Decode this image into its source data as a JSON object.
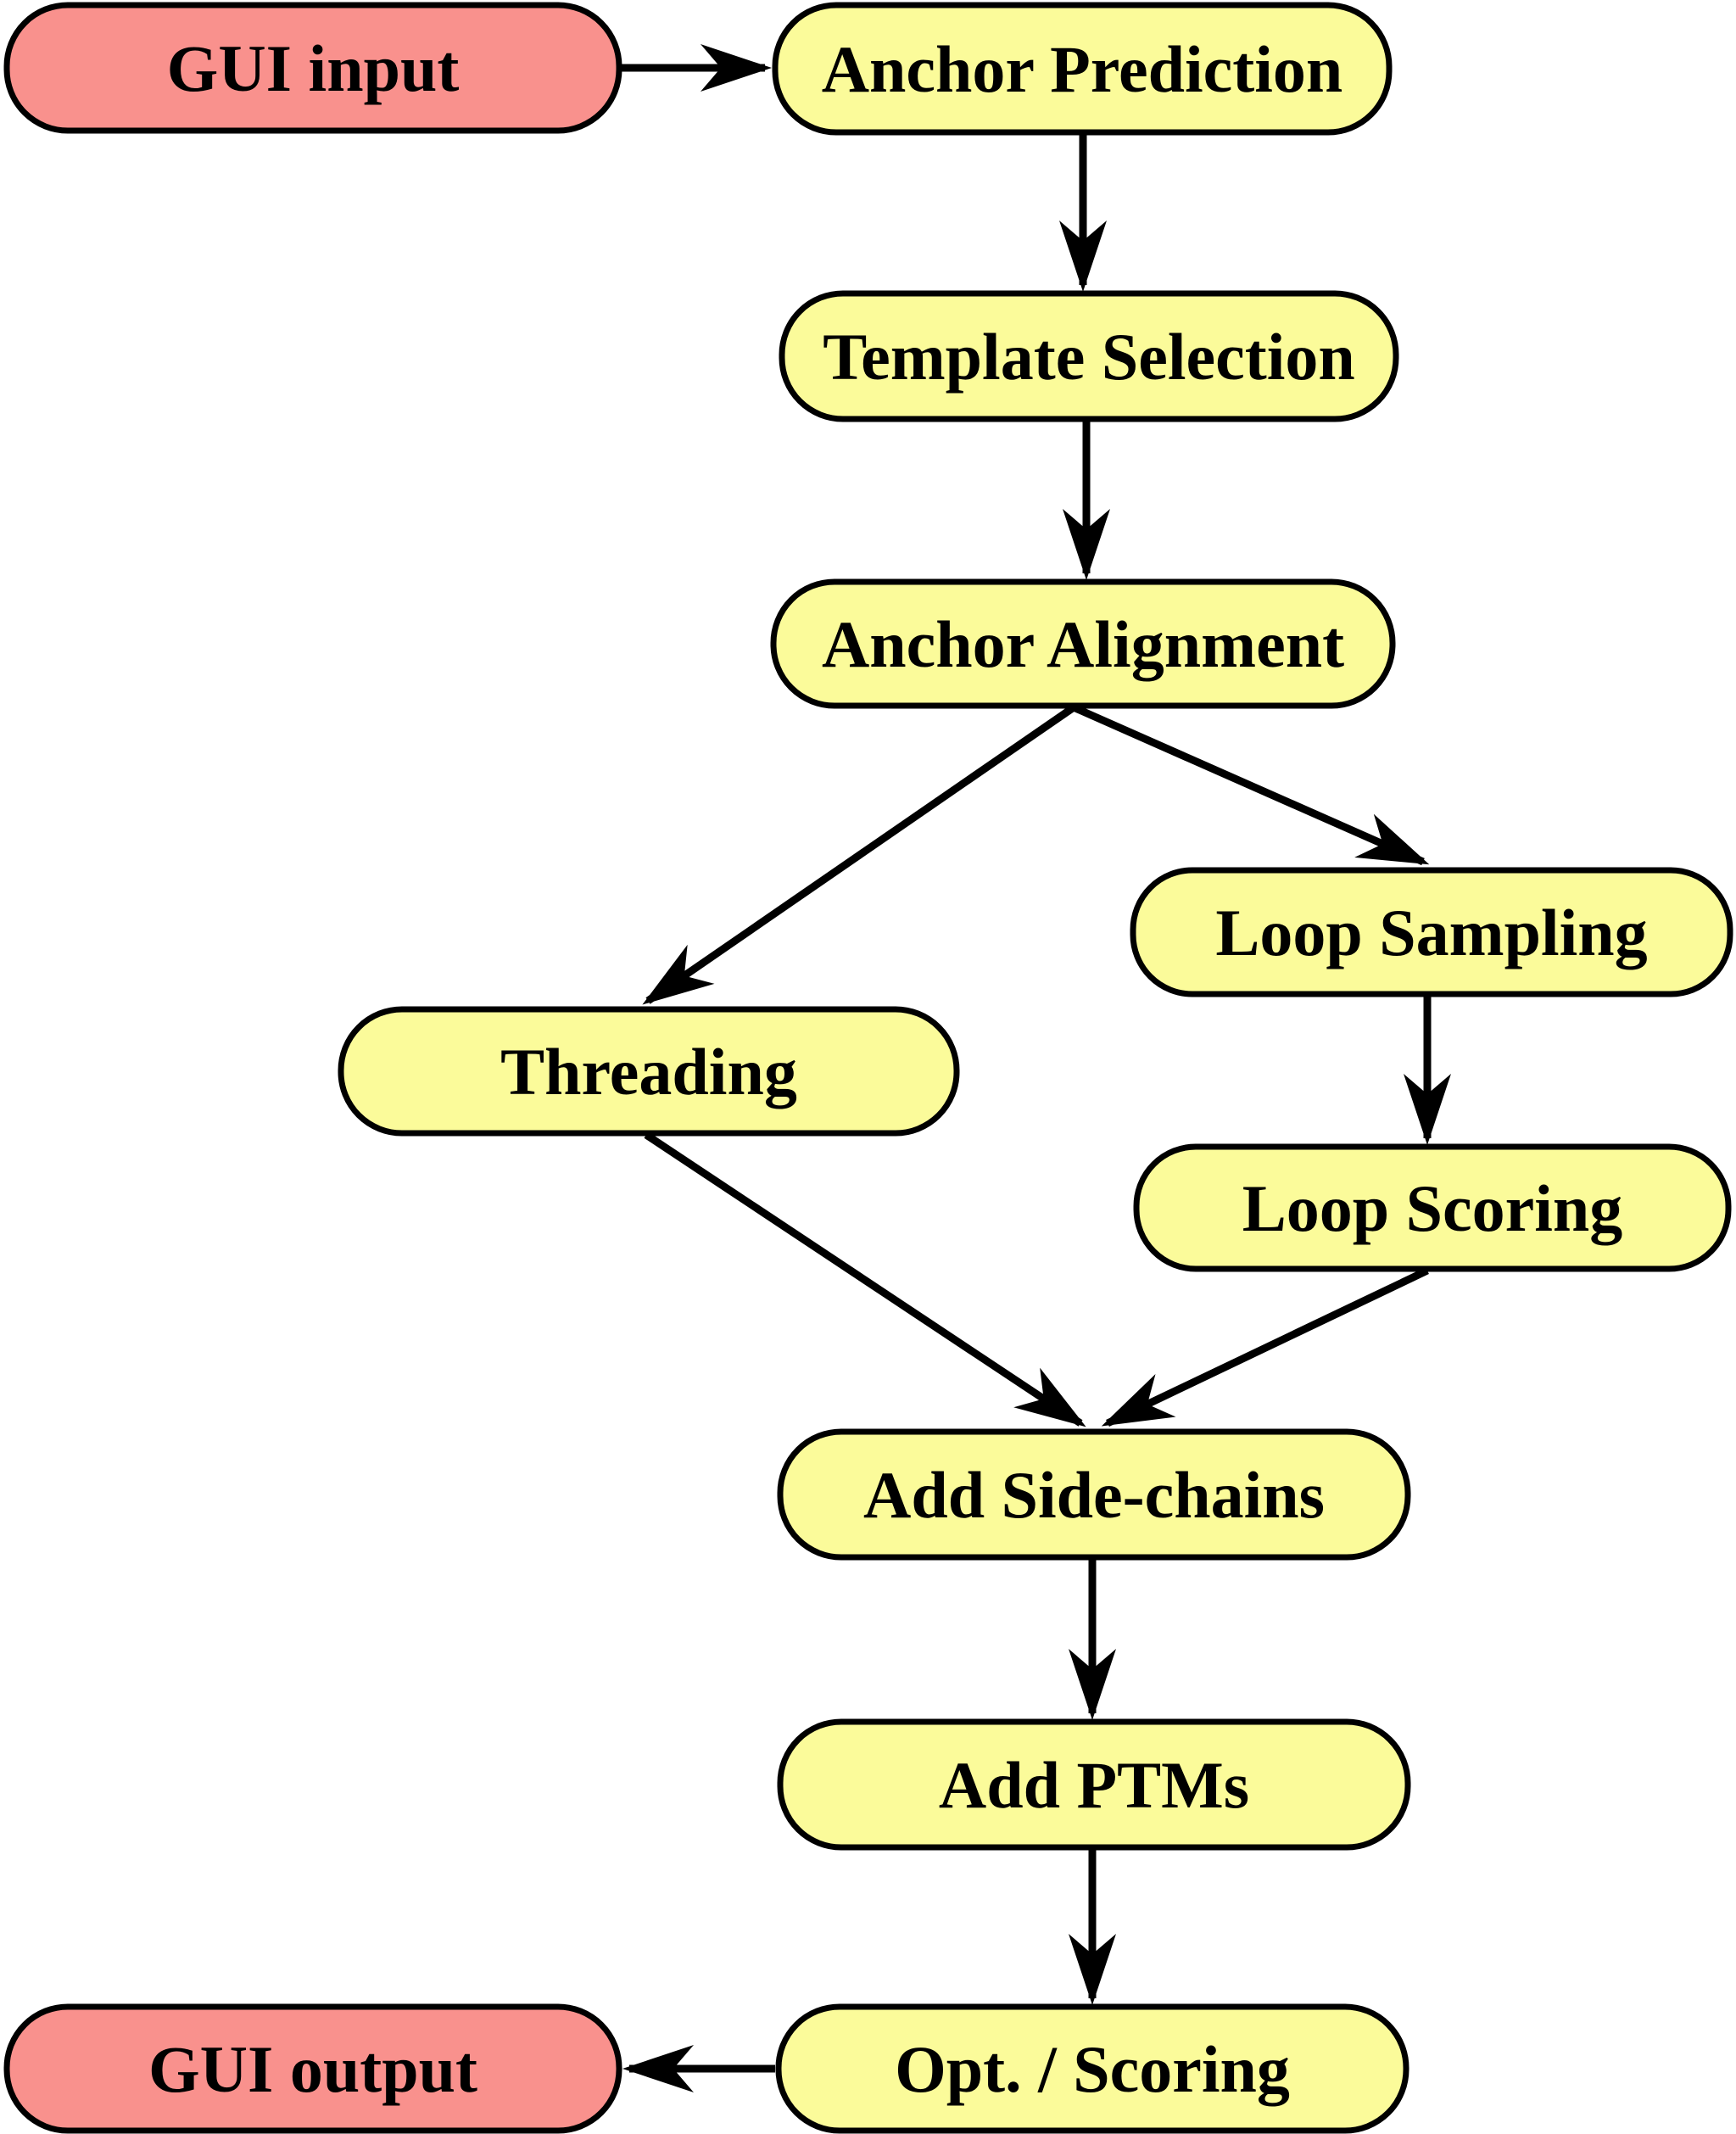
{
  "diagram": {
    "type": "flowchart",
    "background": "#ffffff",
    "colors": {
      "io_node_fill": "#f9918d",
      "process_node_fill": "#fbfb9a",
      "border": "#000000",
      "arrow": "#000000"
    },
    "nodes": [
      {
        "id": "gui-input",
        "label": "GUI input",
        "type": "io"
      },
      {
        "id": "anchor-prediction",
        "label": "Anchor Prediction",
        "type": "process"
      },
      {
        "id": "template-selection",
        "label": "Template Selection",
        "type": "process"
      },
      {
        "id": "anchor-alignment",
        "label": "Anchor Alignment",
        "type": "process"
      },
      {
        "id": "loop-sampling",
        "label": "Loop Sampling",
        "type": "process"
      },
      {
        "id": "threading",
        "label": "Threading",
        "type": "process"
      },
      {
        "id": "loop-scoring",
        "label": "Loop Scoring",
        "type": "process"
      },
      {
        "id": "add-side-chains",
        "label": "Add Side-chains",
        "type": "process"
      },
      {
        "id": "add-ptms",
        "label": "Add PTMs",
        "type": "process"
      },
      {
        "id": "opt-scoring",
        "label": "Opt. / Scoring",
        "type": "process"
      },
      {
        "id": "gui-output",
        "label": "GUI output",
        "type": "io"
      }
    ],
    "edges": [
      {
        "from": "gui-input",
        "to": "anchor-prediction"
      },
      {
        "from": "anchor-prediction",
        "to": "template-selection"
      },
      {
        "from": "template-selection",
        "to": "anchor-alignment"
      },
      {
        "from": "anchor-alignment",
        "to": "threading"
      },
      {
        "from": "anchor-alignment",
        "to": "loop-sampling"
      },
      {
        "from": "loop-sampling",
        "to": "loop-scoring"
      },
      {
        "from": "threading",
        "to": "add-side-chains"
      },
      {
        "from": "loop-scoring",
        "to": "add-side-chains"
      },
      {
        "from": "add-side-chains",
        "to": "add-ptms"
      },
      {
        "from": "add-ptms",
        "to": "opt-scoring"
      },
      {
        "from": "opt-scoring",
        "to": "gui-output"
      }
    ]
  }
}
